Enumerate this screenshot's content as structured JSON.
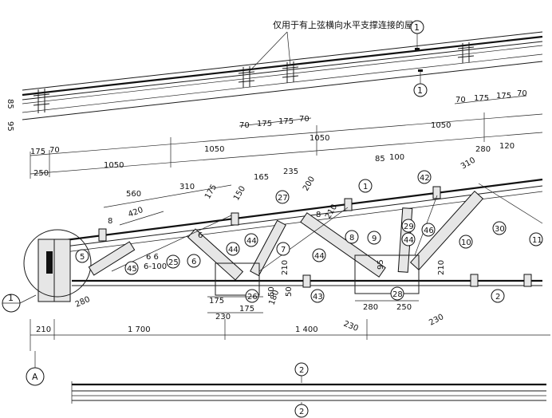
{
  "note_text": "仅用于有上弦横向水平支撑连接的屋架",
  "section_marks": {
    "top_1": "1",
    "mid_1": "1",
    "left_1": "1",
    "bottom_2a": "2",
    "bottom_2b": "2",
    "right_2": "2"
  },
  "axis_label": "A",
  "top_plan_dims": {
    "d70a": "70",
    "d175a": "175",
    "d175b": "175",
    "d70b": "70",
    "d70c": "70",
    "d175c": "175",
    "d175d": "175",
    "d70d": "70"
  },
  "left_dims": {
    "d85": "85",
    "d95": "95"
  },
  "upper_dims": {
    "d175": "175",
    "d70": "70",
    "d250": "250",
    "d1050a": "1050",
    "d1050b": "1050",
    "d1050c": "1050",
    "d1050d": "1050"
  },
  "detail_dims": {
    "d560": "560",
    "d310a": "310",
    "d175": "175",
    "d420": "420",
    "d165": "165",
    "d235": "235",
    "d150": "150",
    "d200": "200",
    "d210": "210",
    "d85": "85",
    "d100": "100",
    "d280": "280",
    "d120": "120",
    "d310b": "310",
    "d6_6": "6 6",
    "d6_100": "6-100",
    "d8a": "8",
    "d8b": "8",
    "d6": "6"
  },
  "lower_dims": {
    "d175": "175",
    "d230": "230",
    "d175b": "175",
    "d50a": "50",
    "d50b": "50",
    "d180": "180",
    "d210a": "210",
    "d210b": "210",
    "d95": "95",
    "d280": "280",
    "d250": "250",
    "d230b": "230",
    "d230c": "230",
    "d280b": "280"
  },
  "bottom_dims": {
    "d210": "210",
    "d1700": "1 700",
    "d1400": "1 400"
  },
  "part_numbers": [
    "1",
    "5",
    "45",
    "25",
    "6",
    "44",
    "26",
    "44",
    "7",
    "27",
    "8",
    "44",
    "43",
    "9",
    "29",
    "44",
    "28",
    "46",
    "10",
    "30",
    "42",
    "11",
    "2"
  ]
}
